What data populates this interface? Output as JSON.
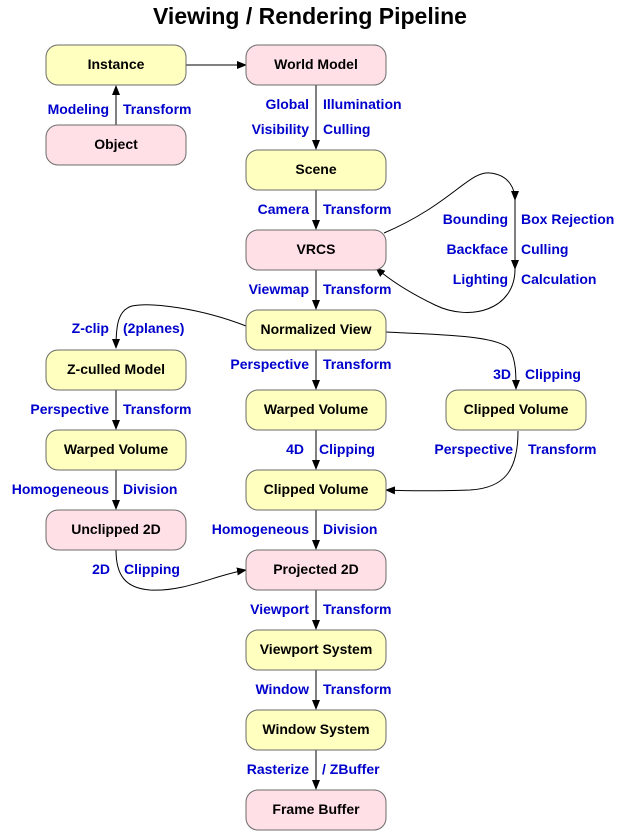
{
  "title": "Viewing / Rendering Pipeline",
  "colors": {
    "yellow_node": "#ffffc0",
    "pink_node": "#ffe0e6",
    "label_blue": "#0000cc",
    "border": "#6b6b6b"
  },
  "nodes": {
    "instance": "Instance",
    "object": "Object",
    "world_model": "World Model",
    "scene": "Scene",
    "vrcs": "VRCS",
    "normalized_view": "Normalized View",
    "z_culled_model": "Z-culled Model",
    "warped_volume_left": "Warped Volume",
    "unclipped_2d": "Unclipped 2D",
    "warped_volume_center": "Warped Volume",
    "clipped_volume_center": "Clipped Volume",
    "clipped_volume_right": "Clipped Volume",
    "projected_2d": "Projected 2D",
    "viewport_system": "Viewport System",
    "window_system": "Window System",
    "frame_buffer": "Frame Buffer"
  },
  "labels": {
    "modeling": "Modeling",
    "modeling_transform": "Transform",
    "global": "Global",
    "illumination": "Illumination",
    "visibility": "Visibility",
    "culling": "Culling",
    "camera": "Camera",
    "camera_transform": "Transform",
    "bounding": "Bounding",
    "box_rejection": "Box Rejection",
    "backface": "Backface",
    "backface_culling": "Culling",
    "lighting": "Lighting",
    "calculation": "Calculation",
    "viewmap": "Viewmap",
    "viewmap_transform": "Transform",
    "z_clip": "Z-clip",
    "two_planes": "(2planes)",
    "perspective_center": "Perspective",
    "perspective_center_transform": "Transform",
    "three_d": "3D",
    "three_d_clipping": "Clipping",
    "perspective_left": "Perspective",
    "perspective_left_transform": "Transform",
    "four_d": "4D",
    "four_d_clipping": "Clipping",
    "perspective_right": "Perspective",
    "perspective_right_transform": "Transform",
    "homogeneous_left": "Homogeneous",
    "division_left": "Division",
    "homogeneous_center": "Homogeneous",
    "division_center": "Division",
    "two_d": "2D",
    "two_d_clipping": "Clipping",
    "viewport": "Viewport",
    "viewport_transform": "Transform",
    "window": "Window",
    "window_transform": "Transform",
    "rasterize": "Rasterize",
    "zbuffer": "/ ZBuffer"
  }
}
